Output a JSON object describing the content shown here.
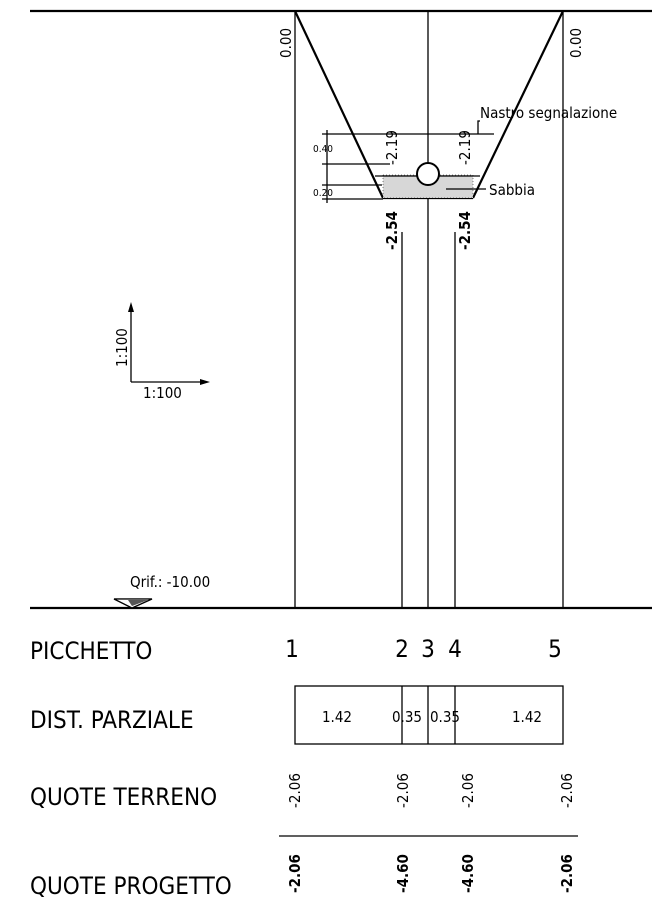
{
  "section": {
    "ground_level_labels": [
      "0.00",
      "0.00"
    ],
    "trench_top_labels": [
      "-2.19",
      "-2.19"
    ],
    "trench_bottom_labels": [
      "-2.54",
      "-2.54"
    ],
    "dim_upper": "0.40",
    "dim_lower": "0.20",
    "tape_label": "Nastro segnalazione",
    "sand_label": "Sabbia"
  },
  "scale": {
    "vertical": "1:100",
    "horizontal": "1:100"
  },
  "reference_level": "Qrif.: -10.00",
  "table": {
    "row_labels": {
      "picchetto": "PICCHETTO",
      "dist": "DIST. PARZIALE",
      "terreno": "QUOTE TERRENO",
      "progetto": "QUOTE PROGETTO"
    },
    "picchetti": [
      "1",
      "2",
      "3",
      "4",
      "5"
    ],
    "dist_parziali": [
      "1.42",
      "0.35",
      "0.35",
      "1.42"
    ],
    "quote_terreno": [
      "-2.06",
      "-2.06",
      "-2.06",
      "-2.06"
    ],
    "quote_progetto": [
      "-2.06",
      "-4.60",
      "-4.60",
      "-2.06"
    ]
  }
}
